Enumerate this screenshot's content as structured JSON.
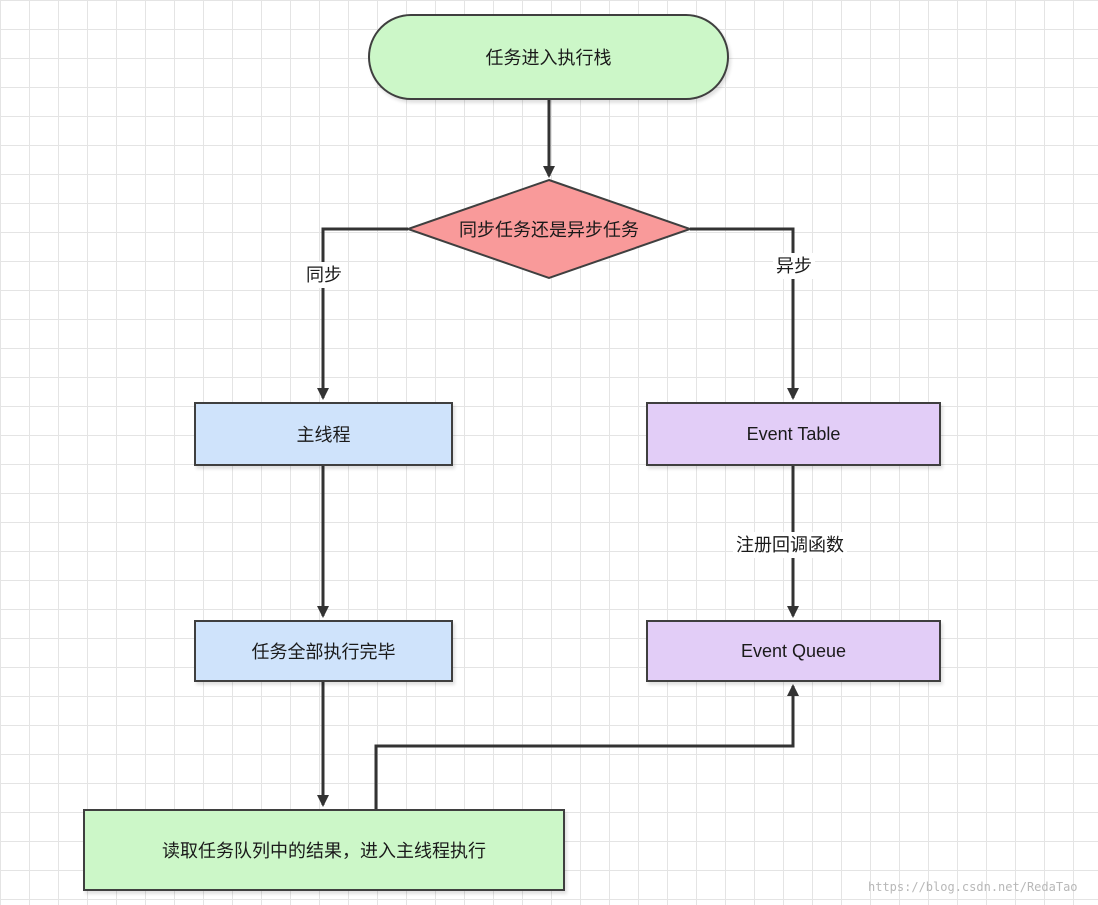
{
  "nodes": {
    "start": "任务进入执行栈",
    "decision": "同步任务还是异步任务",
    "main_thread": "主线程",
    "all_done": "任务全部执行完毕",
    "event_table": "Event Table",
    "event_queue": "Event Queue",
    "read_result": "读取任务队列中的结果，进入主线程执行"
  },
  "edge_labels": {
    "sync": "同步",
    "async": "异步",
    "register_callback": "注册回调函数"
  },
  "watermark": "https://blog.csdn.net/RedaTao",
  "colors": {
    "terminal_fill": "#ccf7c8",
    "decision_fill": "#f99a9a",
    "sync_fill": "#cfe3fb",
    "async_fill": "#e2cdf7",
    "stroke": "#3f3f3f"
  }
}
